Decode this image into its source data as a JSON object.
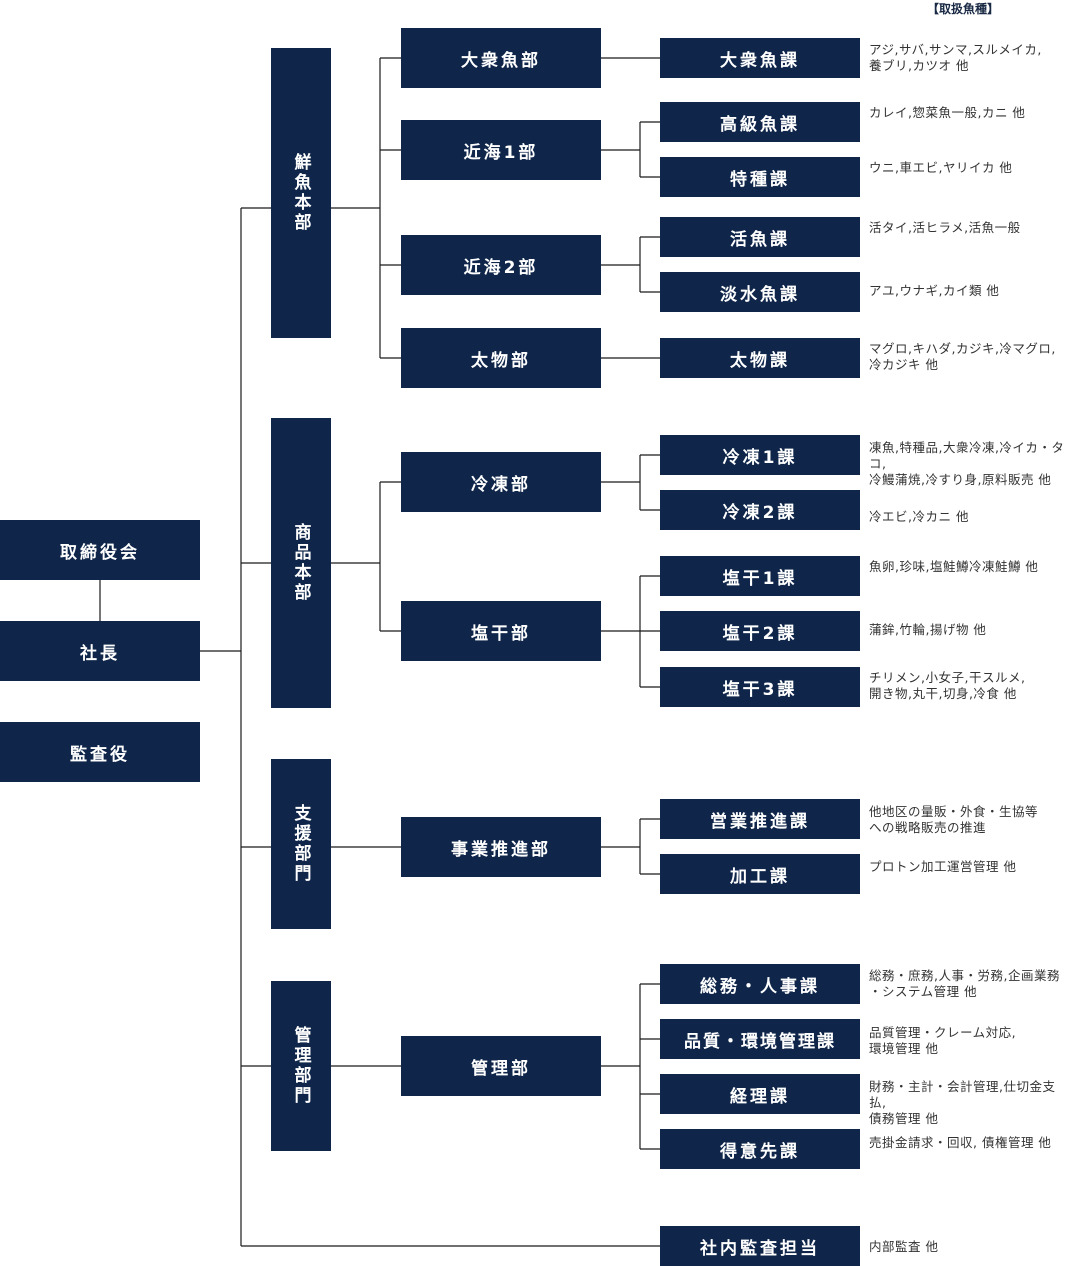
{
  "header": "【取扱魚種】",
  "left": {
    "board": "取締役会",
    "president": "社長",
    "auditor": "監査役"
  },
  "divisions": {
    "fresh": "鮮魚本部",
    "goods": "商品本部",
    "support": "支援部門",
    "admin": "管理部門"
  },
  "departments": {
    "taishu": "大衆魚部",
    "kinkai1": "近海1部",
    "kinkai2": "近海2部",
    "futomono": "太物部",
    "reito": "冷凍部",
    "enkan": "塩干部",
    "jigyo": "事業推進部",
    "kanri": "管理部"
  },
  "sections": {
    "taishu_ka": "大衆魚課",
    "kokyu": "高級魚課",
    "tokushu": "特種課",
    "katsugyo": "活魚課",
    "tansui": "淡水魚課",
    "futomono_ka": "太物課",
    "reito1": "冷凍1課",
    "reito2": "冷凍2課",
    "enkan1": "塩干1課",
    "enkan2": "塩干2課",
    "enkan3": "塩干3課",
    "eigyo": "営業推進課",
    "kako": "加工課",
    "somu": "総務・人事課",
    "hinshitsu": "品質・環境管理課",
    "keiri": "経理課",
    "tokui": "得意先課",
    "kansa": "社内監査担当"
  },
  "notes": {
    "taishu_ka": "アジ,サバ,サンマ,スルメイカ,\n養ブリ,カツオ 他",
    "kokyu": "カレイ,惣菜魚一般,カニ 他",
    "tokushu": "ウニ,車エビ,ヤリイカ 他",
    "katsugyo": "活タイ,活ヒラメ,活魚一般",
    "tansui": "アユ,ウナギ,カイ類 他",
    "futomono_ka": "マグロ,キハダ,カジキ,冷マグロ,\n冷カジキ 他",
    "reito1": "凍魚,特種品,大衆冷凍,冷イカ・タコ,\n冷鰻蒲焼,冷すり身,原料販売 他",
    "reito2": "冷エビ,冷カニ 他",
    "enkan1": "魚卵,珍味,塩鮭鱒冷凍鮭鱒 他",
    "enkan2": "蒲鉾,竹輪,揚げ物 他",
    "enkan3": "チリメン,小女子,干スルメ,\n開き物,丸干,切身,冷食 他",
    "eigyo": "他地区の量販・外食・生協等\nへの戦略販売の推進",
    "kako": "プロトン加工運営管理 他",
    "somu": "総務・庶務,人事・労務,企画業務\n・システム管理 他",
    "hinshitsu": "品質管理・クレーム対応,\n環境管理 他",
    "keiri": "財務・主計・会計管理,仕切金支払,\n債務管理 他",
    "tokui": "売掛金請求・回収, 債権管理 他",
    "kansa": "内部監査 他"
  }
}
